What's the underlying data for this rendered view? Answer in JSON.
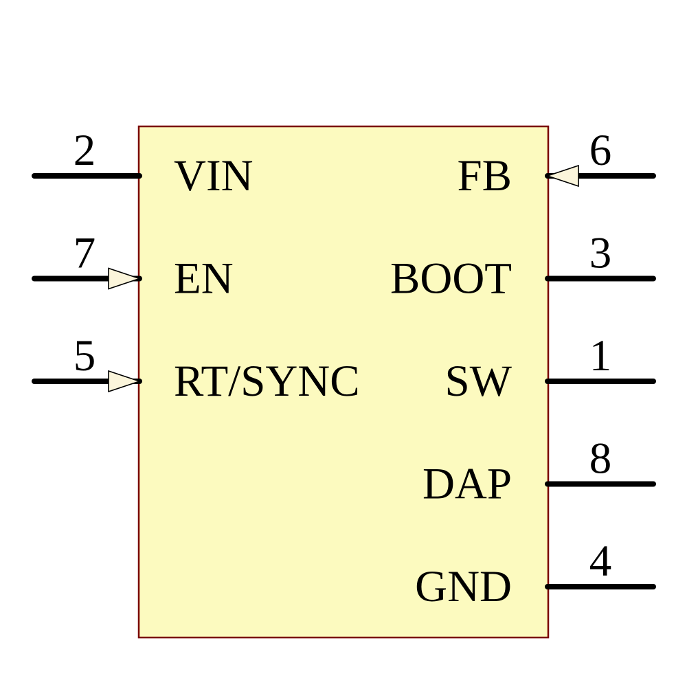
{
  "component": {
    "colors": {
      "background": "#ffffff",
      "body_fill": "#fcfabf",
      "body_border": "#7a0000",
      "wire": "#000000",
      "arrow_fill": "#fbf5db",
      "text": "#000000"
    },
    "pins_left": [
      {
        "number": "2",
        "name": "VIN",
        "arrow": false,
        "row": 0
      },
      {
        "number": "7",
        "name": "EN",
        "arrow": true,
        "row": 1
      },
      {
        "number": "5",
        "name": "RT/SYNC",
        "arrow": true,
        "row": 2
      }
    ],
    "pins_right": [
      {
        "number": "6",
        "name": "FB",
        "arrow": true,
        "row": 0
      },
      {
        "number": "3",
        "name": "BOOT",
        "arrow": false,
        "row": 1
      },
      {
        "number": "1",
        "name": "SW",
        "arrow": false,
        "row": 2
      },
      {
        "number": "8",
        "name": "DAP",
        "arrow": false,
        "row": 3
      },
      {
        "number": "4",
        "name": "GND",
        "arrow": false,
        "row": 4
      }
    ]
  }
}
